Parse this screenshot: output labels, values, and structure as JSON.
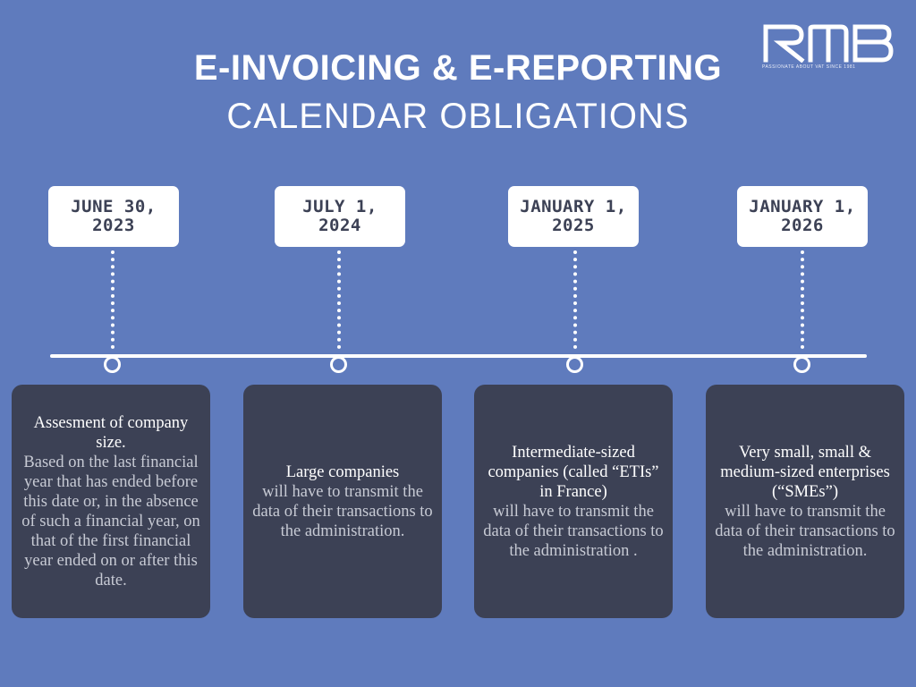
{
  "title": {
    "line1": "E-INVOICING & E-REPORTING",
    "line2": "CALENDAR OBLIGATIONS"
  },
  "logo": {
    "text": "RMB",
    "tagline": "PASSIONATE ABOUT VAT SINCE 1981"
  },
  "milestones": [
    {
      "date": "JUNE 30, 2023",
      "heading": "Assesment of company size.",
      "body": "Based on the last financial year that has ended before this date or, in the absence of such a financial year, on that of the first financial year ended on or after this date."
    },
    {
      "date": "JULY 1, 2024",
      "heading": "Large companies",
      "body": "will have to transmit the data of their transactions to the administration."
    },
    {
      "date": "JANUARY 1, 2025",
      "heading": "Intermediate-sized companies (called “ETIs” in France)",
      "body": "will have to transmit the data of their transactions to the administration ."
    },
    {
      "date": "JANUARY 1, 2026",
      "heading": "Very small, small & medium-sized enterprises (“SMEs”)",
      "body": "will have to transmit the data of their transactions to the administration."
    }
  ]
}
